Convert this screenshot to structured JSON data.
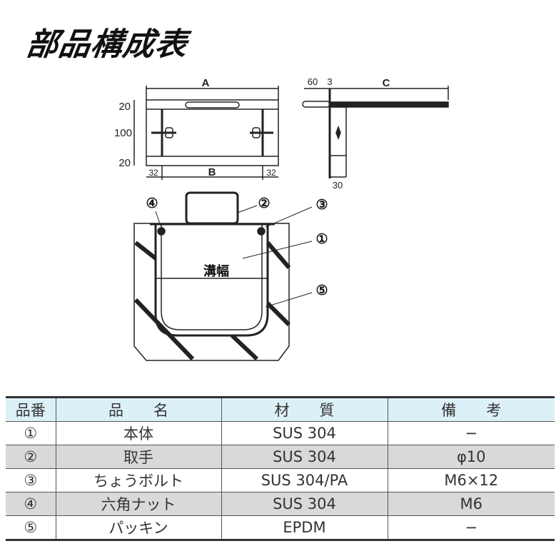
{
  "title": "部品構成表",
  "diagram": {
    "dims": {
      "A": "A",
      "B": "B",
      "C": "C",
      "top20": "20",
      "mid100": "100",
      "bot20": "20",
      "left32": "32",
      "right32": "32",
      "d60": "60",
      "d3": "3",
      "d30": "30"
    },
    "callouts": [
      "①",
      "②",
      "③",
      "④",
      "⑤"
    ],
    "groove_label": "溝幅"
  },
  "table": {
    "headers": [
      "品番",
      "品　　名",
      "材　　質",
      "備　　考"
    ],
    "rows": [
      {
        "no": "①",
        "name": "本体",
        "material": "SUS 304",
        "note": "−"
      },
      {
        "no": "②",
        "name": "取手",
        "material": "SUS 304",
        "note": "φ10"
      },
      {
        "no": "③",
        "name": "ちょうボルト",
        "material": "SUS 304/PA",
        "note": "M6×12"
      },
      {
        "no": "④",
        "name": "六角ナット",
        "material": "SUS 304",
        "note": "M6"
      },
      {
        "no": "⑤",
        "name": "パッキン",
        "material": "EPDM",
        "note": "−"
      }
    ]
  }
}
